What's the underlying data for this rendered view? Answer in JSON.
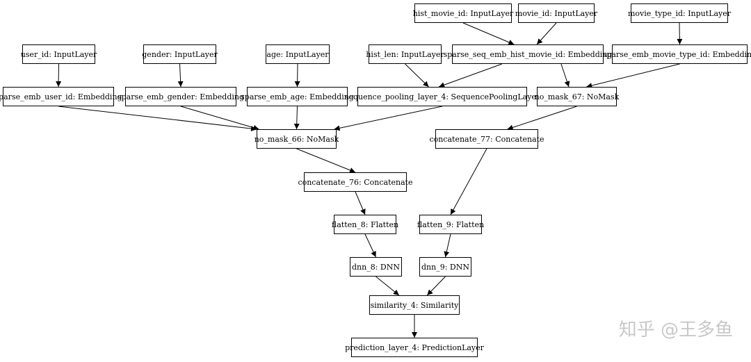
{
  "diagram": {
    "nodes": [
      {
        "id": "hist_movie_id_input",
        "label": "hist_movie_id: InputLayer"
      },
      {
        "id": "movie_id_input",
        "label": "movie_id: InputLayer"
      },
      {
        "id": "movie_type_id_input",
        "label": "movie_type_id: InputLayer"
      },
      {
        "id": "user_id_input",
        "label": "user_id: InputLayer"
      },
      {
        "id": "gender_input",
        "label": "gender: InputLayer"
      },
      {
        "id": "age_input",
        "label": "age: InputLayer"
      },
      {
        "id": "hist_len_input",
        "label": "hist_len: InputLayer"
      },
      {
        "id": "sparse_seq_emb_hist_movie_id",
        "label": "sparse_seq_emb_hist_movie_id: Embedding"
      },
      {
        "id": "sparse_emb_movie_type_id",
        "label": "sparse_emb_movie_type_id: Embedding"
      },
      {
        "id": "sparse_emb_user_id",
        "label": "sparse_emb_user_id: Embedding"
      },
      {
        "id": "sparse_emb_gender",
        "label": "sparse_emb_gender: Embedding"
      },
      {
        "id": "sparse_emb_age",
        "label": "sparse_emb_age: Embedding"
      },
      {
        "id": "sequence_pooling_layer_4",
        "label": "sequence_pooling_layer_4: SequencePoolingLayer"
      },
      {
        "id": "no_mask_67",
        "label": "no_mask_67: NoMask"
      },
      {
        "id": "no_mask_66",
        "label": "no_mask_66: NoMask"
      },
      {
        "id": "concatenate_77",
        "label": "concatenate_77: Concatenate"
      },
      {
        "id": "concatenate_76",
        "label": "concatenate_76: Concatenate"
      },
      {
        "id": "flatten_8",
        "label": "flatten_8: Flatten"
      },
      {
        "id": "flatten_9",
        "label": "flatten_9: Flatten"
      },
      {
        "id": "dnn_8",
        "label": "dnn_8: DNN"
      },
      {
        "id": "dnn_9",
        "label": "dnn_9: DNN"
      },
      {
        "id": "similarity_4",
        "label": "similarity_4: Similarity"
      },
      {
        "id": "prediction_layer_4",
        "label": "prediction_layer_4: PredictionLayer"
      }
    ],
    "edges": [
      {
        "from": "hist_movie_id_input",
        "to": "sparse_seq_emb_hist_movie_id"
      },
      {
        "from": "movie_id_input",
        "to": "sparse_seq_emb_hist_movie_id"
      },
      {
        "from": "movie_type_id_input",
        "to": "sparse_emb_movie_type_id"
      },
      {
        "from": "user_id_input",
        "to": "sparse_emb_user_id"
      },
      {
        "from": "gender_input",
        "to": "sparse_emb_gender"
      },
      {
        "from": "age_input",
        "to": "sparse_emb_age"
      },
      {
        "from": "hist_len_input",
        "to": "sequence_pooling_layer_4"
      },
      {
        "from": "sparse_seq_emb_hist_movie_id",
        "to": "sequence_pooling_layer_4"
      },
      {
        "from": "sparse_seq_emb_hist_movie_id",
        "to": "no_mask_67"
      },
      {
        "from": "sparse_emb_movie_type_id",
        "to": "no_mask_67"
      },
      {
        "from": "sparse_emb_user_id",
        "to": "no_mask_66"
      },
      {
        "from": "sparse_emb_gender",
        "to": "no_mask_66"
      },
      {
        "from": "sparse_emb_age",
        "to": "no_mask_66"
      },
      {
        "from": "sequence_pooling_layer_4",
        "to": "no_mask_66"
      },
      {
        "from": "no_mask_67",
        "to": "concatenate_77"
      },
      {
        "from": "no_mask_66",
        "to": "concatenate_76"
      },
      {
        "from": "concatenate_76",
        "to": "flatten_8"
      },
      {
        "from": "concatenate_77",
        "to": "flatten_9"
      },
      {
        "from": "flatten_8",
        "to": "dnn_8"
      },
      {
        "from": "flatten_9",
        "to": "dnn_9"
      },
      {
        "from": "dnn_8",
        "to": "similarity_4"
      },
      {
        "from": "dnn_9",
        "to": "similarity_4"
      },
      {
        "from": "similarity_4",
        "to": "prediction_layer_4"
      }
    ]
  },
  "watermark": {
    "text": "知乎 @王多鱼"
  }
}
